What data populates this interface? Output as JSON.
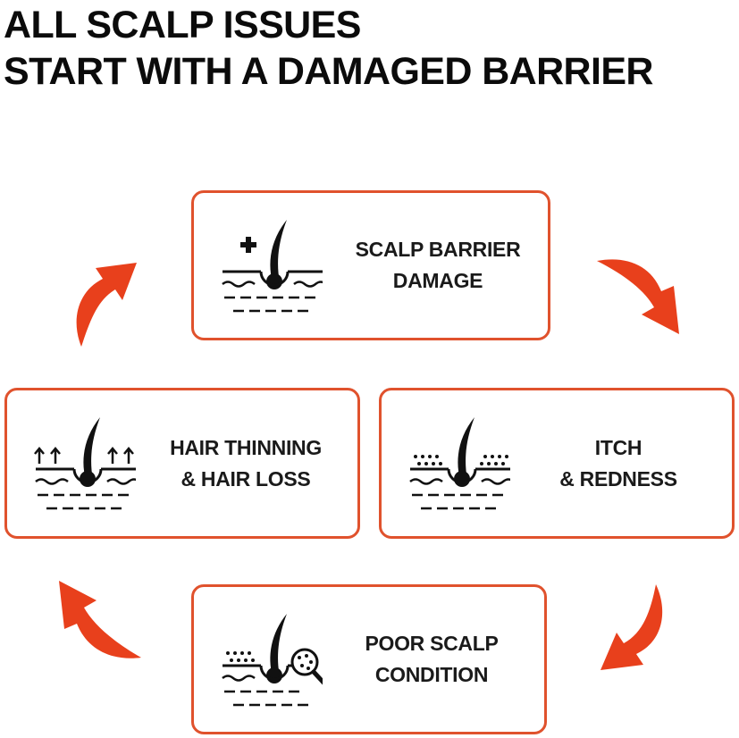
{
  "title": {
    "line1": "ALL SCALP ISSUES",
    "line2": "START WITH A DAMAGED BARRIER"
  },
  "cards": {
    "top": {
      "line1": "SCALP BARRIER",
      "line2": "DAMAGE",
      "icon": "hair-follicle-plus-icon"
    },
    "right": {
      "line1": "ITCH",
      "line2": "& REDNESS",
      "icon": "hair-follicle-dots-icon"
    },
    "bottom": {
      "line1": "POOR SCALP",
      "line2": "CONDITION",
      "icon": "hair-follicle-magnifier-icon"
    },
    "left": {
      "line1": "HAIR THINNING",
      "line2": "& HAIR LOSS",
      "icon": "hair-follicle-up-arrows-icon"
    }
  },
  "colors": {
    "accent": "#e8401c",
    "border": "#e0522d",
    "text": "#111111"
  }
}
